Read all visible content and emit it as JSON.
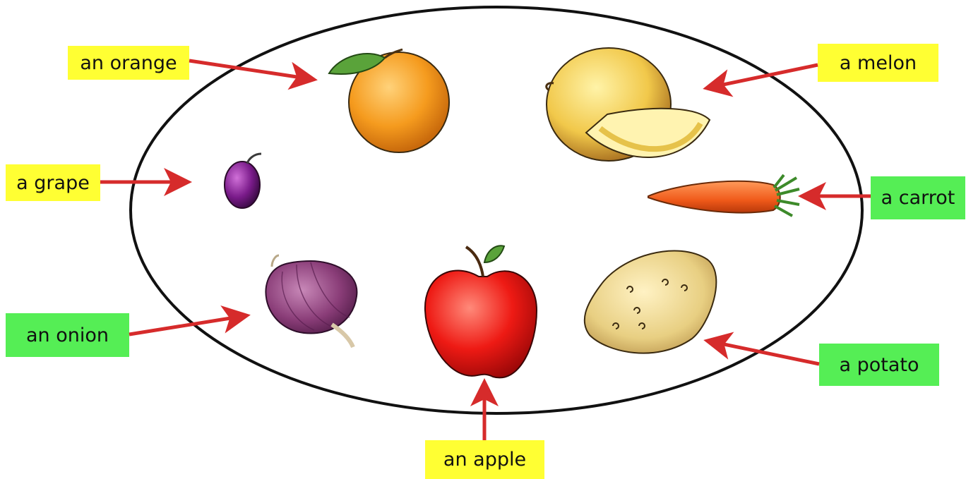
{
  "colors": {
    "fruit_label_bg": "#ffff33",
    "vegetable_label_bg": "#55ee55",
    "arrow": "#d62b2b",
    "outline": "#111111"
  },
  "labels": {
    "orange": "an orange",
    "melon": "a melon",
    "grape": "a grape",
    "carrot": "a carrot",
    "onion": "an onion",
    "potato": "a potato",
    "apple": "an apple"
  },
  "label_categories": {
    "orange": "fruit",
    "melon": "fruit",
    "grape": "fruit",
    "apple": "fruit",
    "carrot": "vegetable",
    "onion": "vegetable",
    "potato": "vegetable"
  }
}
